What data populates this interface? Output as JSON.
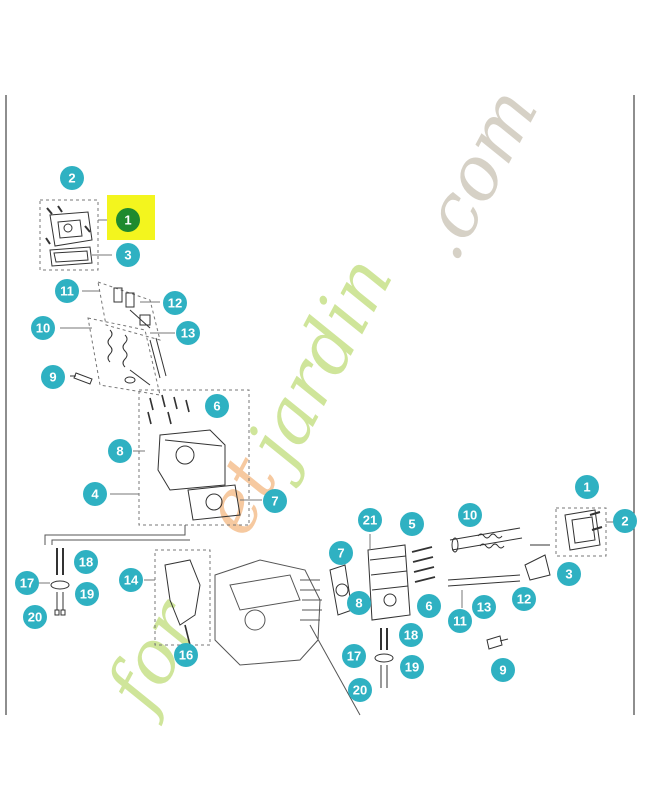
{
  "colors": {
    "callout": "#2fb1c2",
    "callout_selected": "#1f8a2e",
    "highlight": "#f3f51e",
    "line": "#333333",
    "dash": "#666666",
    "watermark_green": "#cfe59a",
    "watermark_orange": "#f6c9a0",
    "watermark_grey": "#d6d1c6"
  },
  "watermark": {
    "part1": "for",
    "part2": "et",
    "part3": "jardin",
    "part4": ".com"
  },
  "callouts": [
    {
      "id": "2",
      "label": "2"
    },
    {
      "id": "1",
      "label": "1",
      "selected": true
    },
    {
      "id": "3",
      "label": "3"
    },
    {
      "id": "11",
      "label": "11"
    },
    {
      "id": "12",
      "label": "12"
    },
    {
      "id": "10",
      "label": "10"
    },
    {
      "id": "13",
      "label": "13"
    },
    {
      "id": "9",
      "label": "9"
    },
    {
      "id": "6",
      "label": "6"
    },
    {
      "id": "8",
      "label": "8"
    },
    {
      "id": "4",
      "label": "4"
    },
    {
      "id": "7",
      "label": "7"
    },
    {
      "id": "18",
      "label": "18"
    },
    {
      "id": "17",
      "label": "17"
    },
    {
      "id": "19",
      "label": "19"
    },
    {
      "id": "20",
      "label": "20"
    },
    {
      "id": "14",
      "label": "14"
    },
    {
      "id": "16",
      "label": "16"
    },
    {
      "id": "21",
      "label": "21"
    },
    {
      "id": "5",
      "label": "5"
    },
    {
      "id": "10b",
      "label": "10"
    },
    {
      "id": "1b",
      "label": "1"
    },
    {
      "id": "2b",
      "label": "2"
    },
    {
      "id": "7b",
      "label": "7"
    },
    {
      "id": "8b",
      "label": "8"
    },
    {
      "id": "6b",
      "label": "6"
    },
    {
      "id": "11b",
      "label": "11"
    },
    {
      "id": "13b",
      "label": "13"
    },
    {
      "id": "12b",
      "label": "12"
    },
    {
      "id": "3b",
      "label": "3"
    },
    {
      "id": "18b",
      "label": "18"
    },
    {
      "id": "17b",
      "label": "17"
    },
    {
      "id": "19b",
      "label": "19"
    },
    {
      "id": "20b",
      "label": "20"
    },
    {
      "id": "9b",
      "label": "9"
    }
  ]
}
